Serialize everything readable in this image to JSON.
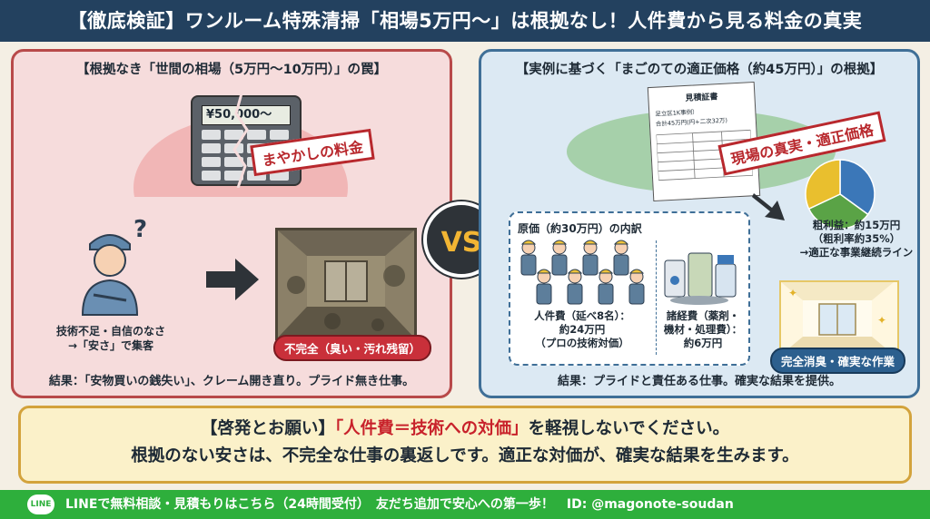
{
  "header": {
    "title": "【徹底検証】ワンルーム特殊清掃「相場5万円〜」は根拠なし！人件費から見る料金の真実"
  },
  "left": {
    "title": "【根拠なき「世間の相場（5万円〜10万円）」の罠】",
    "calc_screen": "¥50,000〜",
    "stamp": "まやかしの料金",
    "worker_caption_line1": "技術不足・自信のなさ",
    "worker_caption_line2": "→「安さ」で集客",
    "room_badge": "不完全（臭い・汚れ残留）",
    "result": "結果：「安物買いの銭失い」、クレーム開き直り。プライド無き仕事。"
  },
  "vs": "VS",
  "right": {
    "title": "【実例に基づく「まごのての適正価格（約45万円）」の根拠】",
    "doc_title": "見積証書",
    "doc_line1": "足立区1K事例）",
    "doc_line2": "合計45万円(円+二次32万)",
    "stamp": "現場の真実・適正価格",
    "breakdown_title": "原価（約30万円）の内訳",
    "labor_line1": "人件費（延べ8名）：",
    "labor_line2": "約24万円",
    "labor_line3": "（プロの技術対価）",
    "expense_line1": "諸経費（薬剤・",
    "expense_line2": "機材・処理費）：",
    "expense_line3": "約6万円",
    "profit_line1": "粗利益：約15万円",
    "profit_line2": "（粗利率約35%）",
    "profit_line3": "→適正な事業継続ライン",
    "room_badge": "完全消臭・確実な作業",
    "result": "結果：プライドと責任ある仕事。確実な結果を提供。",
    "pie": [
      {
        "value": 35,
        "color": "#3b77b8"
      },
      {
        "value": 33,
        "color": "#5aa346"
      },
      {
        "value": 32,
        "color": "#e9bf2e"
      }
    ]
  },
  "appeal": {
    "prefix": "【啓発とお願い】",
    "highlight": "「人件費＝技術への対価」",
    "suffix": "を軽視しないでください。",
    "line2": "根拠のない安さは、不完全な仕事の裏返しです。適正な対価が、確実な結果を生みます。"
  },
  "footer": {
    "line_icon": "LINE",
    "text": "LINEで無料相談・見積もりはこちら（24時間受付）　友だち追加で安心への第一歩！　ID: @magonote-soudan"
  },
  "colors": {
    "header": "#23415f",
    "left_border": "#b84a4a",
    "right_border": "#3f6f97",
    "footer": "#2eaf3c",
    "accent_red": "#c8222b"
  }
}
